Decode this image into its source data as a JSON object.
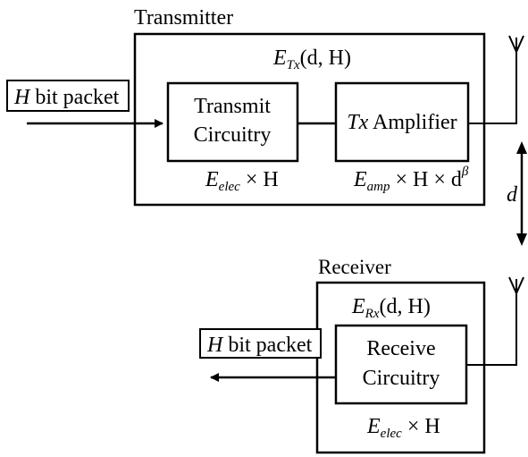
{
  "transmitter": {
    "title": "Transmitter",
    "energy": {
      "E": "E",
      "sub": "Tx",
      "args": "(d, H)"
    },
    "input_packet": {
      "var": "H",
      "text": " bit packet"
    },
    "circuitry_box": {
      "line1": "Transmit",
      "line2": "Circuitry"
    },
    "amplifier_box": {
      "var": "Tx",
      "text": " Amplifier"
    },
    "elec_energy": {
      "E": "E",
      "sub": "elec",
      "rest": " × H"
    },
    "amp_energy": {
      "E": "E",
      "sub": "amp",
      "rest": " × H × d",
      "sup": "β"
    }
  },
  "distance": {
    "label": "d"
  },
  "receiver": {
    "title": "Receiver",
    "energy": {
      "E": "E",
      "sub": "Rx",
      "args": "(d, H)"
    },
    "output_packet": {
      "var": "H",
      "text": " bit packet"
    },
    "circuitry_box": {
      "line1": "Receive",
      "line2": "Circuitry"
    },
    "elec_energy": {
      "E": "E",
      "sub": "elec",
      "rest": " × H"
    }
  }
}
